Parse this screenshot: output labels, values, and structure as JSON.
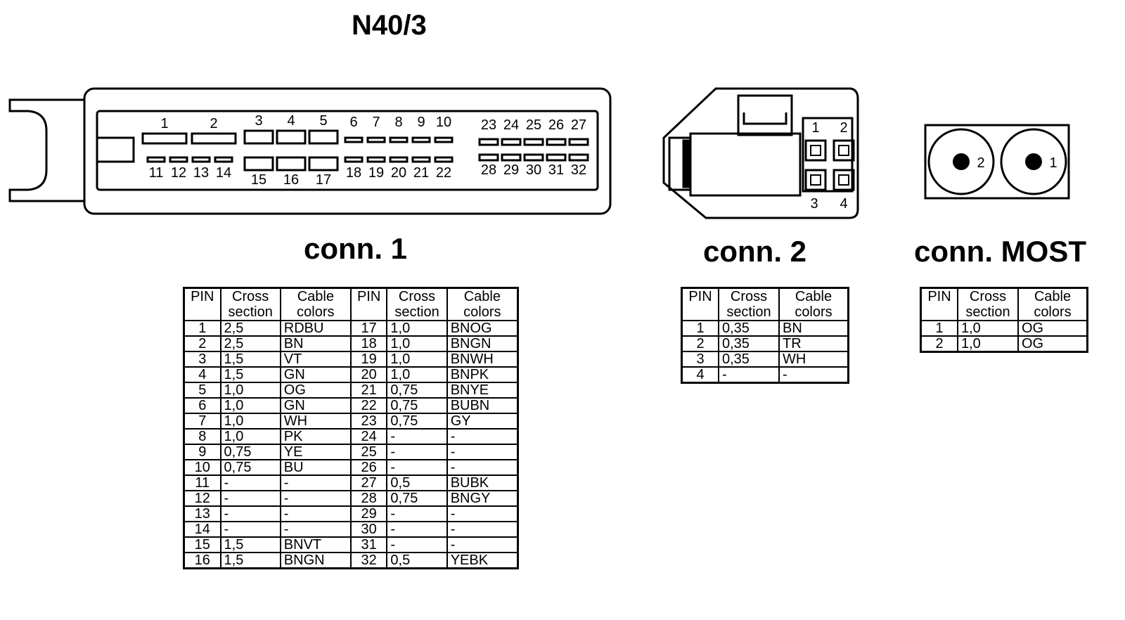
{
  "title": "N40/3",
  "connectors": {
    "conn1": {
      "label": "conn. 1",
      "pins_top_wide": [
        "1",
        "2"
      ],
      "pins_top_mid": [
        "3",
        "4",
        "5"
      ],
      "pins_top_small": [
        "6",
        "7",
        "8",
        "9",
        "10"
      ],
      "pins_top_right": [
        "23",
        "24",
        "25",
        "26",
        "27"
      ],
      "pins_bottom_small_left": [
        "11",
        "12",
        "13",
        "14"
      ],
      "pins_bottom_mid": [
        "15",
        "16",
        "17"
      ],
      "pins_bottom_small": [
        "18",
        "19",
        "20",
        "21",
        "22"
      ],
      "pins_bottom_right": [
        "28",
        "29",
        "30",
        "31",
        "32"
      ]
    },
    "conn2": {
      "label": "conn. 2",
      "pins": [
        "1",
        "2",
        "3",
        "4"
      ]
    },
    "most": {
      "label": "conn. MOST",
      "pins": [
        "2",
        "1"
      ]
    }
  },
  "headers": {
    "pin": "PIN",
    "cross_1": "Cross",
    "cross_2": "section",
    "cable_1": "Cable",
    "cable_2": "colors"
  },
  "tables": {
    "conn1_left": [
      [
        "1",
        "2,5",
        "RDBU"
      ],
      [
        "2",
        "2,5",
        "BN"
      ],
      [
        "3",
        "1,5",
        "VT"
      ],
      [
        "4",
        "1,5",
        "GN"
      ],
      [
        "5",
        "1,0",
        "OG"
      ],
      [
        "6",
        "1,0",
        "GN"
      ],
      [
        "7",
        "1,0",
        "WH"
      ],
      [
        "8",
        "1,0",
        "PK"
      ],
      [
        "9",
        "0,75",
        "YE"
      ],
      [
        "10",
        "0,75",
        "BU"
      ],
      [
        "11",
        "-",
        "-"
      ],
      [
        "12",
        "-",
        "-"
      ],
      [
        "13",
        "-",
        "-"
      ],
      [
        "14",
        "-",
        "-"
      ],
      [
        "15",
        "1,5",
        "BNVT"
      ],
      [
        "16",
        "1,5",
        "BNGN"
      ]
    ],
    "conn1_right": [
      [
        "17",
        "1,0",
        "BNOG"
      ],
      [
        "18",
        "1,0",
        "BNGN"
      ],
      [
        "19",
        "1,0",
        "BNWH"
      ],
      [
        "20",
        "1,0",
        "BNPK"
      ],
      [
        "21",
        "0,75",
        "BNYE"
      ],
      [
        "22",
        "0,75",
        "BUBN"
      ],
      [
        "23",
        "0,75",
        "GY"
      ],
      [
        "24",
        "-",
        "-"
      ],
      [
        "25",
        "-",
        "-"
      ],
      [
        "26",
        "-",
        "-"
      ],
      [
        "27",
        "0,5",
        "BUBK"
      ],
      [
        "28",
        "0,75",
        "BNGY"
      ],
      [
        "29",
        "-",
        "-"
      ],
      [
        "30",
        "-",
        "-"
      ],
      [
        "31",
        "-",
        "-"
      ],
      [
        "32",
        "0,5",
        "YEBK"
      ]
    ],
    "conn2": [
      [
        "1",
        "0,35",
        "BN"
      ],
      [
        "2",
        "0,35",
        "TR"
      ],
      [
        "3",
        "0,35",
        "WH"
      ],
      [
        "4",
        "-",
        "-"
      ]
    ],
    "most": [
      [
        "1",
        "1,0",
        "OG"
      ],
      [
        "2",
        "1,0",
        "OG"
      ]
    ]
  }
}
